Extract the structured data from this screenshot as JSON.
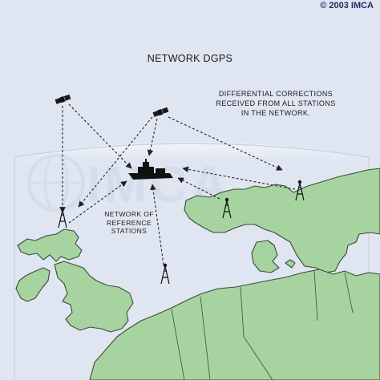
{
  "copyright": "© 2003 IMCA",
  "title": "NETWORK DGPS",
  "caption": {
    "line1": "DIFFERENTIAL CORRECTIONS",
    "line2": "RECEIVED FROM ALL STATIONS",
    "line3": "IN THE NETWORK."
  },
  "stations_label": {
    "line1": "NETWORK OF",
    "line2": "REFERENCE",
    "line3": "STATIONS"
  },
  "watermark": "IMCA",
  "colors": {
    "background": "#dfe6f1",
    "land": "#a7d3a0",
    "coast": "#3c4a3a",
    "arrow": "#222222",
    "copyright": "#1f2b66"
  }
}
